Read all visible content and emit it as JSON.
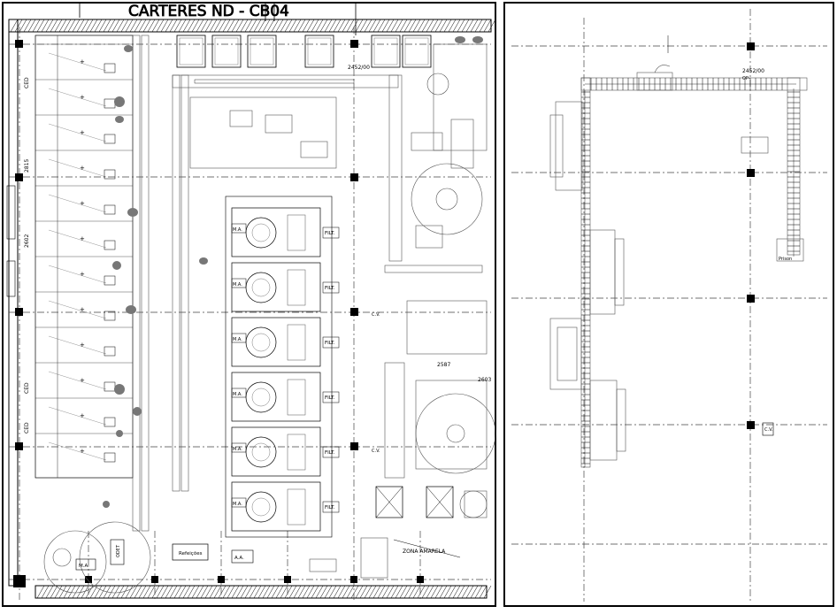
{
  "left_plan": {
    "title": "CARTERES  ND - CB04",
    "labels": {
      "dim_2452": "2452/00",
      "dim_2587": "2587",
      "dim_2603": "2603",
      "filt": "FILT.",
      "refeicoes": "Refeições",
      "zona_amarela": "ZONA AMARELA",
      "cv": "C.V.",
      "ma": "M.A.",
      "aa": "A.A.",
      "vert_ced": "CED",
      "vert_2815": "2815",
      "vert_2602": "2602",
      "odet": "ODET"
    }
  },
  "right_plan": {
    "labels": {
      "dim_2452": "2452/00",
      "op": "OP-",
      "cv": "C.V.",
      "prison": "Prison"
    }
  }
}
